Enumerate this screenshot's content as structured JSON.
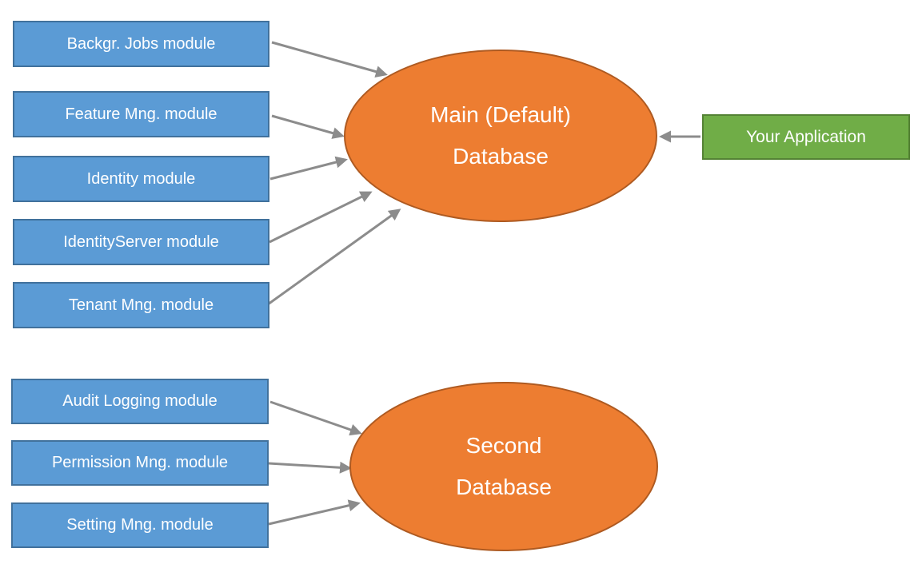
{
  "colors": {
    "module_fill": "#5B9BD5",
    "module_border": "#41719C",
    "database_fill": "#ED7D31",
    "database_border": "#AE5A21",
    "app_fill": "#70AD47",
    "app_border": "#548235",
    "arrow": "#8C8C8C",
    "text": "#FFFFFF"
  },
  "main_database": {
    "label_lines": [
      "Main (Default)",
      "Database"
    ],
    "modules": [
      {
        "label": "Backgr. Jobs module"
      },
      {
        "label": "Feature Mng. module"
      },
      {
        "label": "Identity module"
      },
      {
        "label": "IdentityServer module"
      },
      {
        "label": "Tenant Mng. module"
      }
    ]
  },
  "second_database": {
    "label_lines": [
      "Second",
      "Database"
    ],
    "modules": [
      {
        "label": "Audit Logging module"
      },
      {
        "label": "Permission Mng. module"
      },
      {
        "label": "Setting Mng. module"
      }
    ]
  },
  "application": {
    "label": "Your Application"
  }
}
